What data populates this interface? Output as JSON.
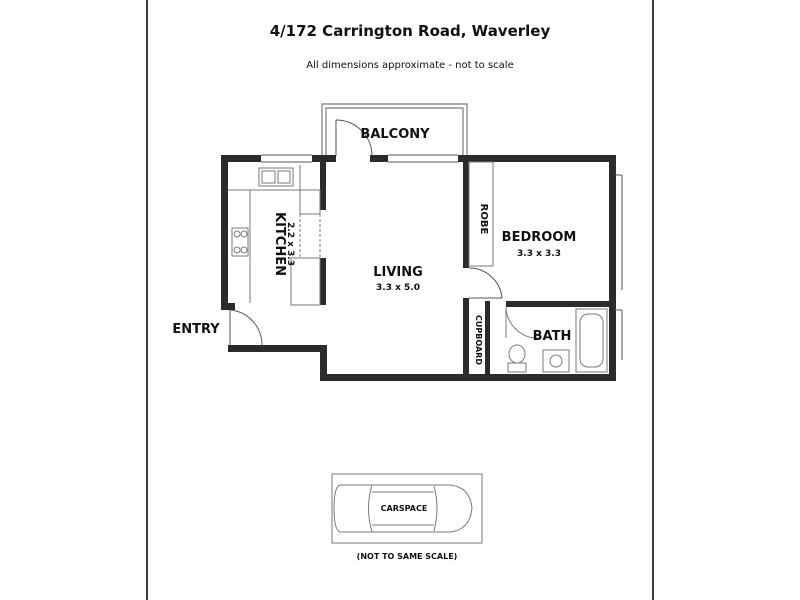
{
  "title": "4/172 Carrington Road, Waverley",
  "subtitle": "All dimensions approximate - not to scale",
  "rooms": {
    "balcony": {
      "name": "BALCONY"
    },
    "kitchen": {
      "name": "KITCHEN",
      "dim": "2.2 x 3.3"
    },
    "living": {
      "name": "LIVING",
      "dim": "3.3 x 5.0"
    },
    "bedroom": {
      "name": "BEDROOM",
      "dim": "3.3 x 3.3"
    },
    "robe": {
      "name": "ROBE"
    },
    "cupboard": {
      "name": "CUPBOARD"
    },
    "bath": {
      "name": "BATH"
    },
    "entry": {
      "name": "ENTRY"
    }
  },
  "carspace": {
    "name": "CARSPACE",
    "note": "(NOT TO SAME SCALE)"
  },
  "colors": {
    "wall": "#2b2b2b",
    "fixture": "#7a7a7a",
    "sheet_border": "#3a3a3a"
  }
}
